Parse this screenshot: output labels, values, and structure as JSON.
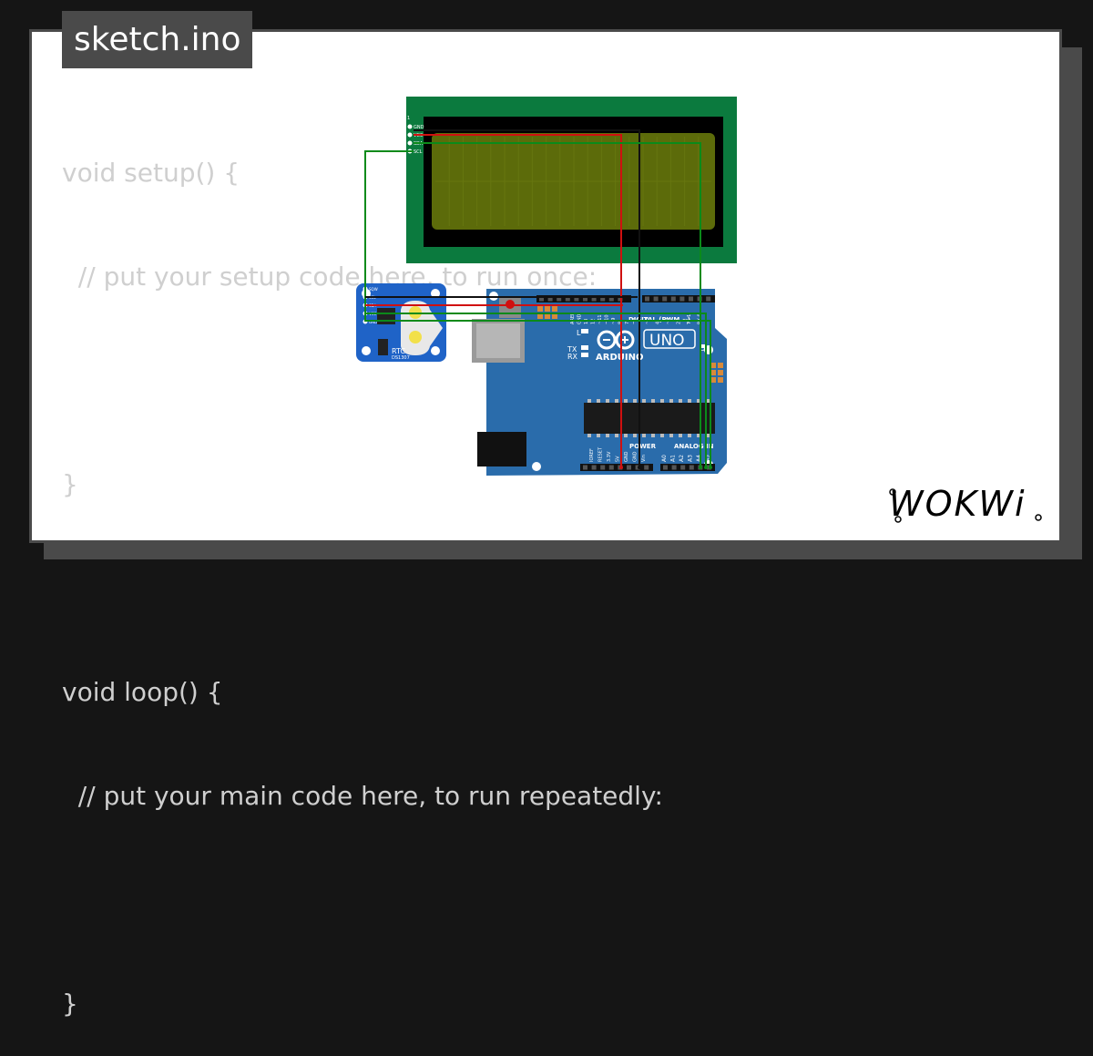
{
  "tab": {
    "filename": "sketch.ino"
  },
  "code_lines": [
    "void setup() {",
    "  // put your setup code here, to run once:",
    "",
    "}",
    "",
    "void loop() {",
    "  // put your main code here, to run repeatedly:",
    "",
    "}"
  ],
  "lcd": {
    "pins": [
      "GND",
      "VCC",
      "SDA",
      "SCL"
    ],
    "pin1_mark": "1",
    "board_color": "#0b7a3e",
    "screen_color": "#5c6b0a"
  },
  "rtc": {
    "label": "RTC",
    "chip": "DS1307",
    "pins": [
      "SQW",
      "SCL",
      "SDA",
      "VCC",
      "GND"
    ],
    "board_color": "#1f63c7"
  },
  "arduino": {
    "brand": "ARDUINO",
    "model": "UNO",
    "digital_label": "DIGITAL (PWM ~)",
    "power_label": "POWER",
    "analog_label": "ANALOG IN",
    "on_label": "ON",
    "led_labels": [
      "L",
      "TX",
      "RX"
    ],
    "top_pin_labels": [
      "AREF",
      "GND",
      "13",
      "12",
      "~11",
      "~10",
      "~9",
      "8",
      "7",
      "~6",
      "~5",
      "4",
      "~3",
      "2",
      "TX 1",
      "RX 0"
    ],
    "power_pin_labels": [
      "IOREF",
      "RESET",
      "3.3V",
      "5V",
      "GND",
      "GND",
      "Vin"
    ],
    "analog_pin_labels": [
      "A0",
      "A1",
      "A2",
      "A3",
      "A4",
      "A5"
    ],
    "board_color": "#2a6cab"
  },
  "wire_colors": {
    "red": "#d01010",
    "black": "#111111",
    "green": "#0b8a1a"
  },
  "logo": {
    "text": "WOKWi"
  }
}
